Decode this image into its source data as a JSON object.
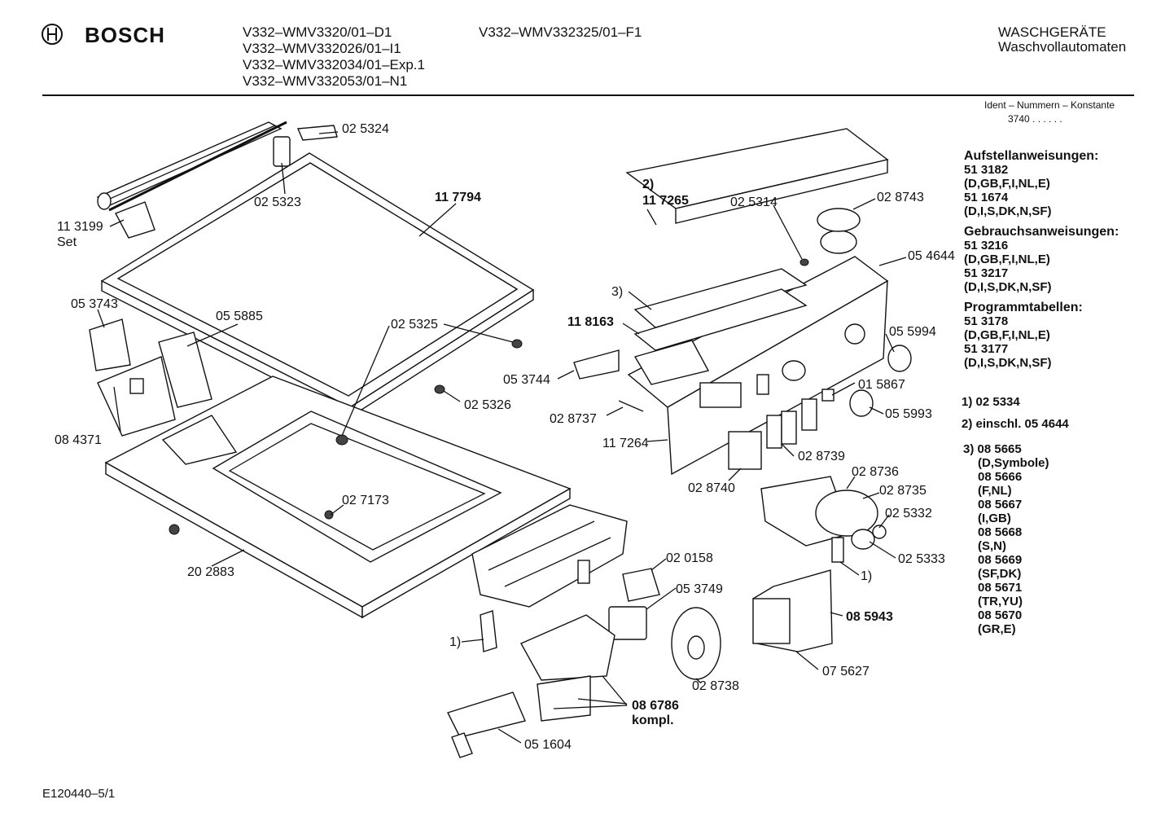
{
  "header": {
    "brand": "BOSCH",
    "models_col1": [
      "V332–WMV3320/01–D1",
      "V332–WMV332026/01–I1",
      "V332–WMV332034/01–Exp.1",
      "V332–WMV332053/01–N1"
    ],
    "models_col2": "V332–WMV332325/01–F1",
    "category": "WASCHGERÄTE",
    "subcategory": "Waschvollautomaten",
    "ident_label": "Ident – Nummern – Konstante",
    "ident_value": "3740  .  .  .  .  .  ."
  },
  "footer": {
    "drawing_id": "E120440–5/1"
  },
  "sidebar": [
    {
      "text": "Aufstellanweisungen:",
      "heading": true
    },
    {
      "text": "51 3182"
    },
    {
      "text": "(D,GB,F,I,NL,E)"
    },
    {
      "text": "51 1674"
    },
    {
      "text": "(D,I,S,DK,N,SF)"
    },
    {
      "text": "Gebrauchsanweisungen:",
      "heading": true
    },
    {
      "text": "51 3216"
    },
    {
      "text": "(D,GB,F,I,NL,E)"
    },
    {
      "text": "51 3217"
    },
    {
      "text": "(D,I,S,DK,N,SF)"
    },
    {
      "text": "Programmtabellen:",
      "heading": true
    },
    {
      "text": "51 3178"
    },
    {
      "text": "(D,GB,F,I,NL,E)"
    },
    {
      "text": "51 3177"
    },
    {
      "text": "(D,I,S,DK,N,SF)"
    }
  ],
  "notes": [
    {
      "text": "1)  02 5334"
    },
    {
      "text": "2)  einschl. 05 4644"
    },
    {
      "text": "3) 08 5665"
    },
    {
      "text": "(D,Symbole)",
      "indent": true
    },
    {
      "text": "08 5666",
      "indent": true
    },
    {
      "text": "(F,NL)",
      "indent": true
    },
    {
      "text": "08 5667",
      "indent": true
    },
    {
      "text": "(I,GB)",
      "indent": true
    },
    {
      "text": "08 5668",
      "indent": true
    },
    {
      "text": "(S,N)",
      "indent": true
    },
    {
      "text": "08 5669",
      "indent": true
    },
    {
      "text": "(SF,DK)",
      "indent": true
    },
    {
      "text": "08 5671",
      "indent": true
    },
    {
      "text": "(TR,YU)",
      "indent": true
    },
    {
      "text": "08 5670",
      "indent": true
    },
    {
      "text": "(GR,E)",
      "indent": true
    }
  ],
  "labels": {
    "p025324": "02 5324",
    "p025323": "02 5323",
    "p113199": "11 3199",
    "set": "Set",
    "p117794": "11 7794",
    "p053743": "05 3743",
    "p055885": "05 5885",
    "p025325": "02 5325",
    "p084371": "08 4371",
    "p025326": "02 5326",
    "p027173": "02 7173",
    "p202883": "20 2883",
    "fn1a": "1)",
    "fn2": "2)",
    "p117265": "11 7265",
    "p025314": "02 5314",
    "p028743": "02 8743",
    "p054644": "05 4644",
    "fn3": "3)",
    "p118163": "11 8163",
    "p055994": "05 5994",
    "p053744": "05 3744",
    "p015867": "01 5867",
    "p028737": "02 8737",
    "p055993": "05 5993",
    "p117264": "11 7264",
    "p028739": "02 8739",
    "p028740": "02 8740",
    "p028736": "02 8736",
    "p028735": "02 8735",
    "p025332": "02 5332",
    "p025333": "02 5333",
    "fn1b": "1)",
    "p020158": "02 0158",
    "p053749": "05 3749",
    "p085943": "08 5943",
    "p028738": "02 8738",
    "p075627": "07 5627",
    "p086786": "08 6786",
    "kompl": "kompl.",
    "p051604": "05 1604"
  }
}
